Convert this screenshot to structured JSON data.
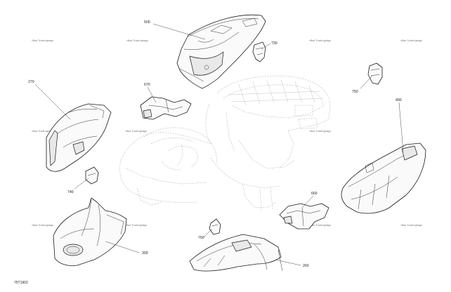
{
  "diagram": {
    "reference_code": "75T1902",
    "watermark_text": "«Bad Trade»gesign",
    "callouts": [
      {
        "id": "500",
        "label": "500"
      },
      {
        "id": "730",
        "label": "730"
      },
      {
        "id": "750",
        "label": "750"
      },
      {
        "id": "270",
        "label": "270"
      },
      {
        "id": "670",
        "label": "670"
      },
      {
        "id": "490",
        "label": "490"
      },
      {
        "id": "740",
        "label": "740"
      },
      {
        "id": "660",
        "label": "660"
      },
      {
        "id": "300",
        "label": "300"
      },
      {
        "id": "760",
        "label": "760"
      },
      {
        "id": "260",
        "label": "260"
      }
    ]
  }
}
